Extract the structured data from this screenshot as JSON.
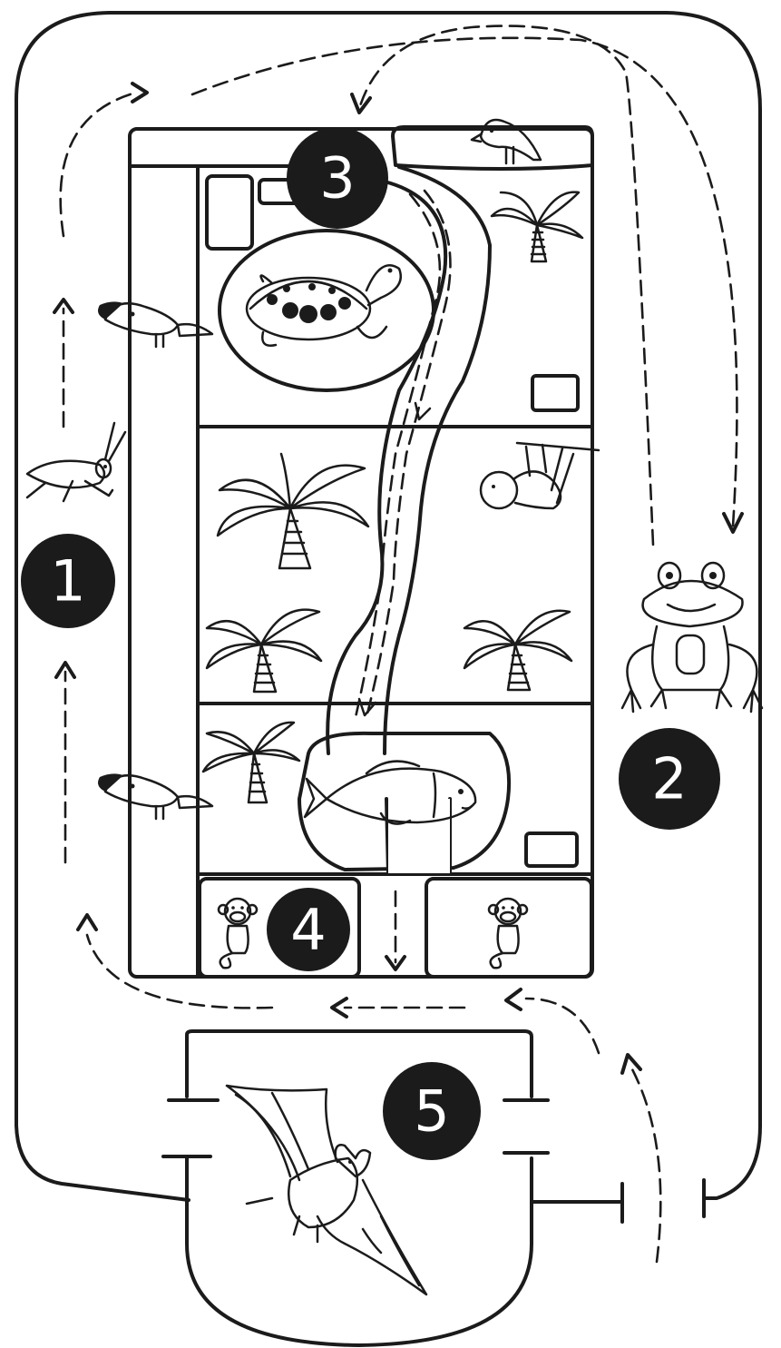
{
  "diagram": {
    "style": "black-and-white line drawing",
    "zones": [
      {
        "id": "zone-1",
        "label": "1"
      },
      {
        "id": "zone-2",
        "label": "2"
      },
      {
        "id": "zone-3",
        "label": "3"
      },
      {
        "id": "zone-4",
        "label": "4"
      },
      {
        "id": "zone-5",
        "label": "5"
      }
    ],
    "icons": [
      "toucan-icon",
      "grasshopper-icon",
      "bird-icon",
      "palm-tree-icon",
      "turtle-icon",
      "sloth-icon",
      "frog-icon",
      "fish-icon",
      "monkey-icon",
      "bat-icon",
      "river-icon"
    ],
    "colors": {
      "ink": "#1b1b1b",
      "badge": "#1b1b1b",
      "badge_text": "#ffffff",
      "water": "#8a8a8a",
      "paper": "#ffffff"
    }
  }
}
